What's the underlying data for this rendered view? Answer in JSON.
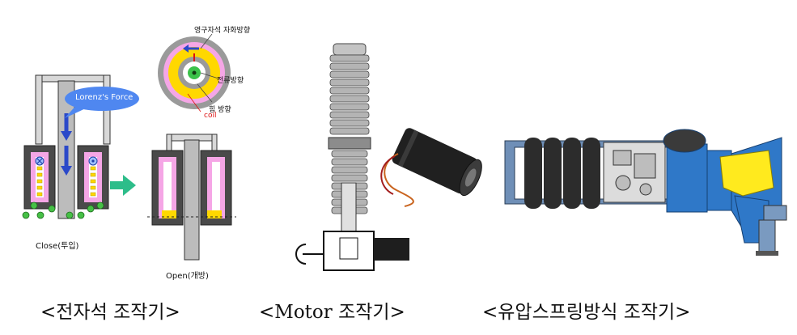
{
  "em_panel": {
    "force_label": "Lorenz's Force",
    "close_label": "Close(투입)",
    "open_label": "Open(개방)",
    "magnet_dir_label": "영구자석 자화방향",
    "current_dir_label": "전류방향",
    "force_dir_label": "힘 방향",
    "coil_label": "coil"
  },
  "captions": {
    "electromagnetic": "<전자석 조작기>",
    "motor": "<Motor 조작기>",
    "hydraulic": "<유압스프링방식 조작기>"
  },
  "colors": {
    "coil_pink": "#f5a6e6",
    "magnet_yellow": "#ffd800",
    "hydraulic_blue": "#2f78c8",
    "cloud_blue": "#4f87f0",
    "arrow_teal": "#2dbd8a"
  }
}
